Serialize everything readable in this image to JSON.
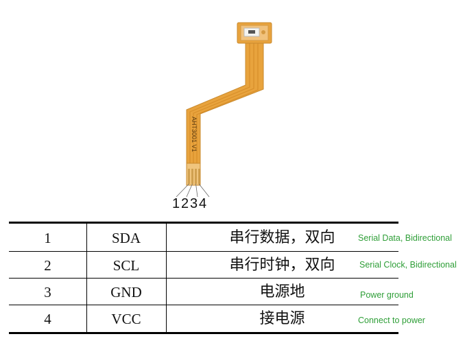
{
  "component": {
    "part_marking": "AHT3001 V1",
    "pins": [
      "1",
      "2",
      "3",
      "4"
    ]
  },
  "table": {
    "rows": [
      {
        "pin": "1",
        "signal": "SDA",
        "desc_cn": "串行数据，双向",
        "desc_en": "Serial Data, Bidirectional"
      },
      {
        "pin": "2",
        "signal": "SCL",
        "desc_cn": "串行时钟，双向",
        "desc_en": "Serial Clock, Bidirectional"
      },
      {
        "pin": "3",
        "signal": "GND",
        "desc_cn": "电源地",
        "desc_en": "Power ground"
      },
      {
        "pin": "4",
        "signal": "VCC",
        "desc_cn": "接电源",
        "desc_en": "Connect to power"
      }
    ]
  },
  "colors": {
    "flex_orange": "#e8a33d",
    "flex_dark": "#c9802a",
    "note_green": "#2e9e37"
  }
}
